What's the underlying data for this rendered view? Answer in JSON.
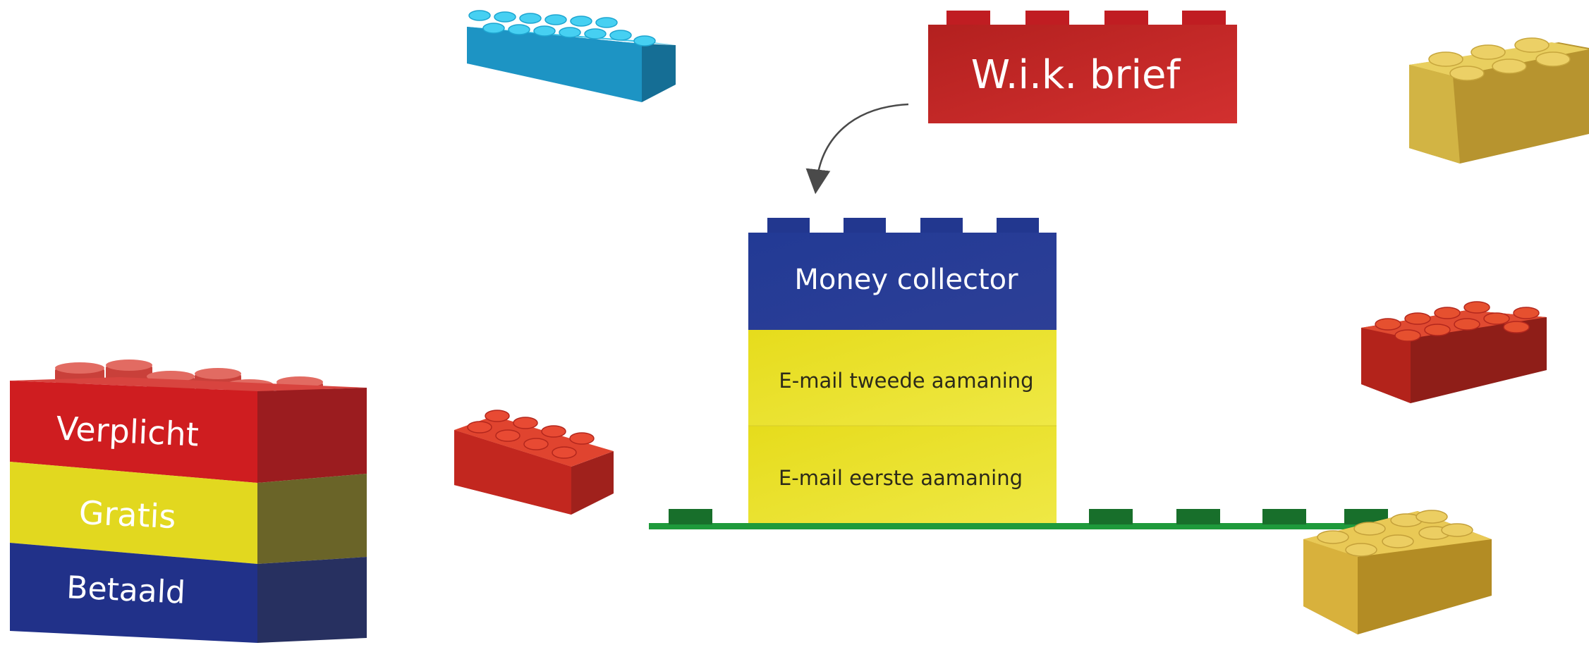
{
  "legend_stack": {
    "top_label": "Verplicht",
    "middle_label": "Gratis",
    "bottom_label": "Betaald"
  },
  "wik_block": {
    "label": "W.i.k. brief"
  },
  "center_stack": {
    "top_label": "Money collector",
    "middle_label": "E-mail tweede aamaning",
    "bottom_label": "E-mail eerste aamaning"
  },
  "colors": {
    "red": "#c8202a",
    "yellow": "#e2d81f",
    "blue": "#22378f",
    "green": "#1e9a3b",
    "cyan": "#1aa6d2",
    "gold": "#e7c549"
  }
}
